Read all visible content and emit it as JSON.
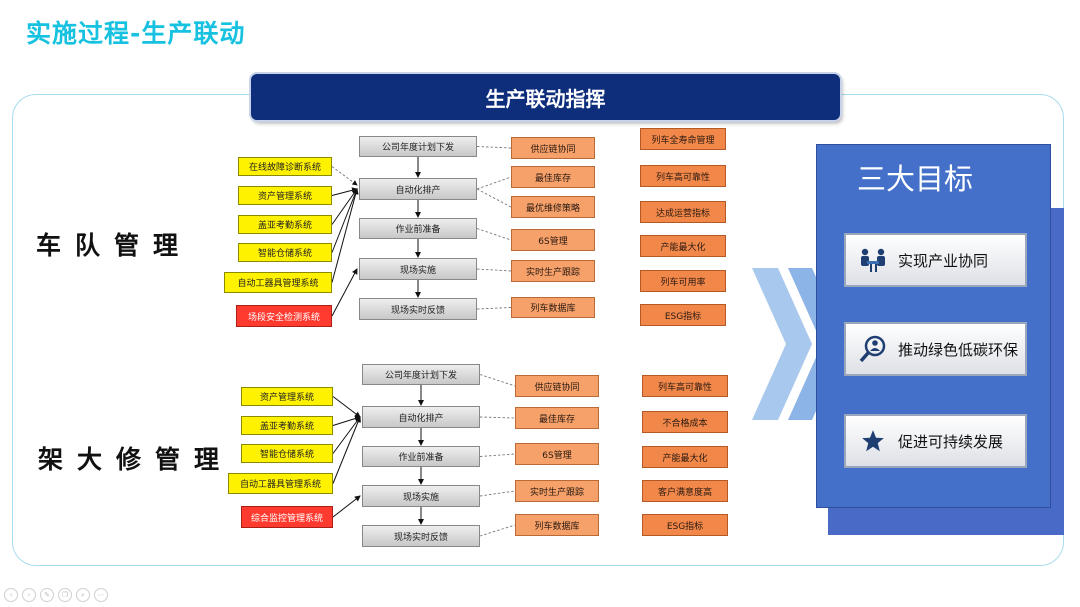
{
  "page_title": "实施过程-生产联动",
  "banner": "生产联动指挥",
  "sections": [
    {
      "label": "车队管理",
      "systems": [
        "在线故障诊断系统",
        "资产管理系统",
        "盖亚考勤系统",
        "智能仓储系统",
        "自动工器具管理系统",
        "场段安全检测系统"
      ],
      "processes": [
        "公司年度计划下发",
        "自动化排产",
        "作业前准备",
        "现场实施",
        "现场实时反馈"
      ],
      "supports": [
        "供应链协同",
        "最佳库存",
        "最优维修策略",
        "6S管理",
        "实时生产跟踪",
        "列车数据库"
      ],
      "indicators": [
        "列车全寿命管理",
        "列车高可靠性",
        "达成运营指标",
        "产能最大化",
        "列车可用率",
        "ESG指标"
      ]
    },
    {
      "label": "架大修管理",
      "systems": [
        "资产管理系统",
        "盖亚考勤系统",
        "智能仓储系统",
        "自动工器具管理系统",
        "综合监控管理系统"
      ],
      "processes": [
        "公司年度计划下发",
        "自动化排产",
        "作业前准备",
        "现场实施",
        "现场实时反馈"
      ],
      "supports": [
        "供应链协同",
        "最佳库存",
        "6S管理",
        "实时生产跟踪",
        "列车数据库"
      ],
      "indicators": [
        "列车高可靠性",
        "不合格成本",
        "产能最大化",
        "客户满意度高",
        "ESG指标"
      ]
    }
  ],
  "goals": {
    "title": "三大目标",
    "items": [
      {
        "label": "实现产业协同",
        "icon": "meeting-people-icon"
      },
      {
        "label": "推动绿色低碳环保",
        "icon": "magnifier-person-icon"
      },
      {
        "label": "促进可持续发展",
        "icon": "star-icon"
      }
    ]
  },
  "colors": {
    "title": "#17c2e0",
    "banner": "#0e2e7c",
    "system_box": "#fff200",
    "alert_box": "#ff3b30",
    "support_box": "#f6a06a",
    "indicator_box": "#f2874a",
    "goal_panel": "#4470c9",
    "chevron": "#9ec1ea"
  },
  "player_controls": [
    "previous-icon",
    "next-icon",
    "pen-icon",
    "copy-icon",
    "zoom-icon",
    "more-icon"
  ]
}
